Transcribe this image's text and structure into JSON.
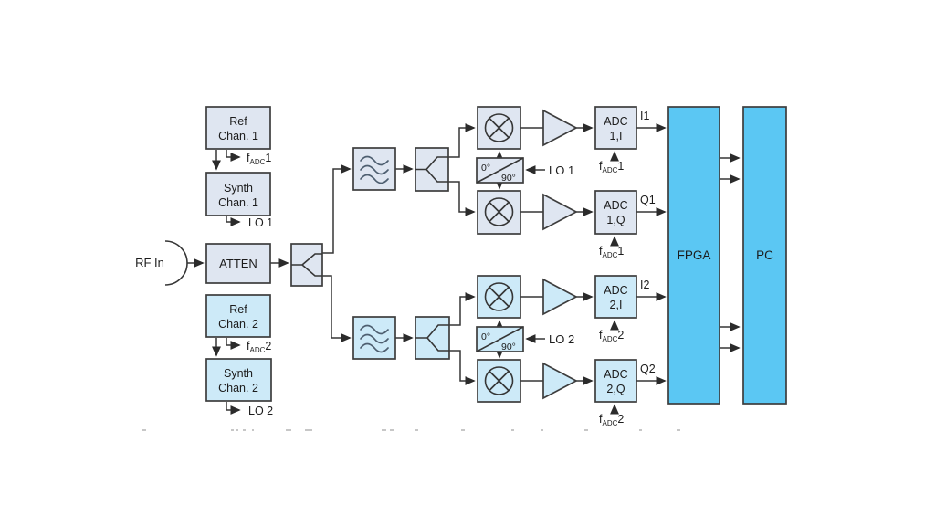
{
  "colors": {
    "ch1": "#dfe6f1",
    "ch2": "#cdeaf8",
    "io": "#5bc7f3",
    "stroke": "#3d3d3d",
    "wire": "#363636",
    "text": "#1c1c1c",
    "wave": "#4e5f70"
  },
  "source": {
    "label": "RF In"
  },
  "atten": {
    "label": "ATTEN"
  },
  "ch1": {
    "ref": {
      "line1": "Ref",
      "line2": "Chan. 1"
    },
    "ref_clock_out": {
      "pre": "f",
      "sub": "ADC",
      "post": "1"
    },
    "synth": {
      "line1": "Synth",
      "line2": "Chan. 1"
    },
    "synth_out": "LO 1",
    "phase": {
      "zero": "0°",
      "ninety": "90°"
    },
    "lo_label": "LO 1",
    "adc_i": {
      "line1": "ADC",
      "line2": "1,I"
    },
    "adc_q": {
      "line1": "ADC",
      "line2": "1,Q"
    },
    "adc_i_clock": {
      "pre": "f",
      "sub": "ADC",
      "post": "1"
    },
    "adc_q_clock": {
      "pre": "f",
      "sub": "ADC",
      "post": "1"
    },
    "out_i": "I1",
    "out_q": "Q1"
  },
  "ch2": {
    "ref": {
      "line1": "Ref",
      "line2": "Chan. 2"
    },
    "ref_clock_out": {
      "pre": "f",
      "sub": "ADC",
      "post": "2"
    },
    "synth": {
      "line1": "Synth",
      "line2": "Chan. 2"
    },
    "synth_out": "LO 2",
    "phase": {
      "zero": "0°",
      "ninety": "90°"
    },
    "lo_label": "LO 2",
    "adc_i": {
      "line1": "ADC",
      "line2": "2,I"
    },
    "adc_q": {
      "line1": "ADC",
      "line2": "2,Q"
    },
    "adc_i_clock": {
      "pre": "f",
      "sub": "ADC",
      "post": "2"
    },
    "adc_q_clock": {
      "pre": "f",
      "sub": "ADC",
      "post": "2"
    },
    "out_i": "I2",
    "out_q": "Q2"
  },
  "fpga": {
    "label": "FPGA"
  },
  "pc": {
    "label": "PC"
  }
}
